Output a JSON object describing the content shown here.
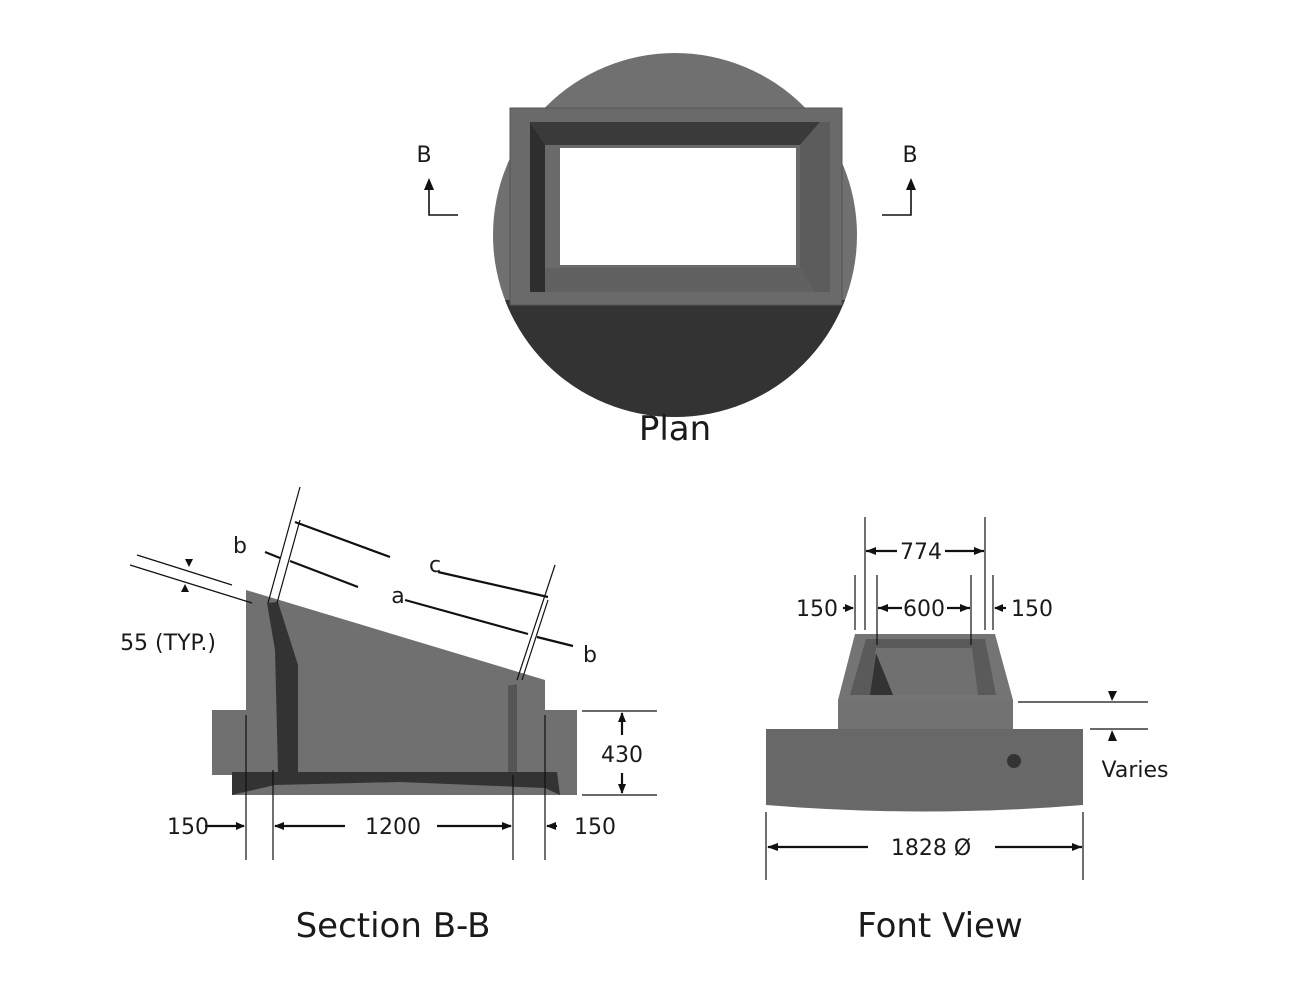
{
  "plan": {
    "title": "Plan",
    "section_marker_left": "B",
    "section_marker_right": "B"
  },
  "section": {
    "title": "Section B-B",
    "labels": {
      "b_top": "b",
      "c": "c",
      "a": "a",
      "b_right": "b",
      "typ": "55 (TYP.)",
      "height": "430",
      "left_wall": "150",
      "span": "1200",
      "right_wall": "150"
    }
  },
  "front": {
    "title": "Font View",
    "labels": {
      "outer_width": "774",
      "inner_width": "600",
      "left_wall": "150",
      "right_wall": "150",
      "varies": "Varies",
      "diameter": "1828 Ø"
    }
  },
  "colors": {
    "concrete": "#707070",
    "shadow": "#353535",
    "line": "#111111"
  }
}
